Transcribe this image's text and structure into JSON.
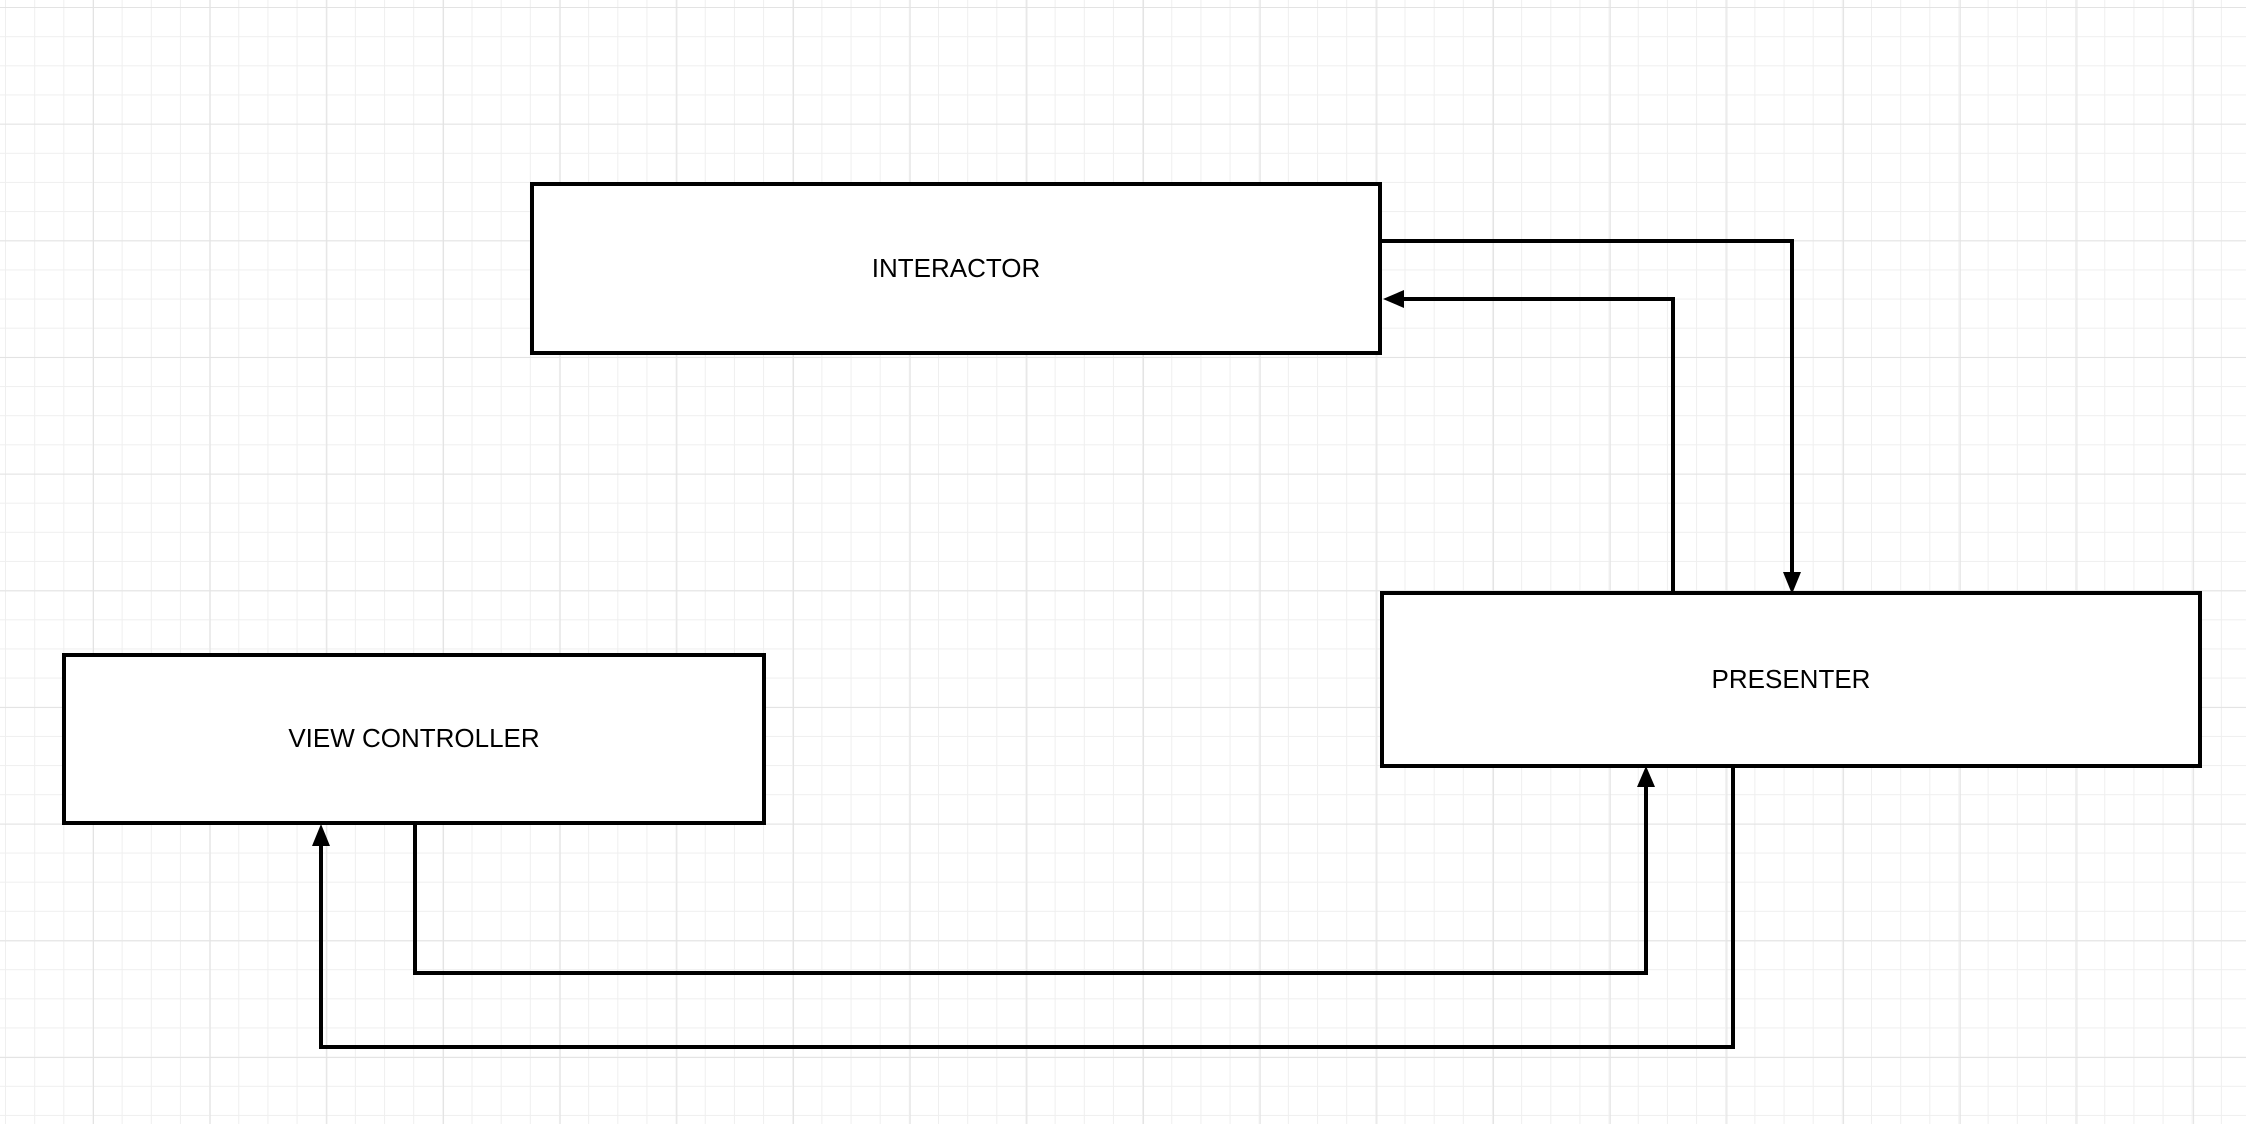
{
  "diagram": {
    "type": "flow-diagram",
    "nodes": [
      {
        "id": "interactor",
        "label": "INTERACTOR"
      },
      {
        "id": "presenter",
        "label": "PRESENTER"
      },
      {
        "id": "view_controller",
        "label": "VIEW CONTROLLER"
      }
    ],
    "edges": [
      {
        "from": "interactor",
        "to": "presenter",
        "style": "orthogonal-arrow"
      },
      {
        "from": "presenter",
        "to": "interactor",
        "style": "orthogonal-arrow"
      },
      {
        "from": "view_controller",
        "to": "presenter",
        "style": "orthogonal-arrow"
      },
      {
        "from": "presenter",
        "to": "view_controller",
        "style": "orthogonal-arrow"
      }
    ],
    "colors": {
      "background": "#ffffff",
      "grid_minor": "#efefef",
      "grid_major": "#e3e3e3",
      "node_fill": "#ffffff",
      "node_stroke": "#000000",
      "edge_stroke": "#000000",
      "label_color": "#000000"
    }
  }
}
